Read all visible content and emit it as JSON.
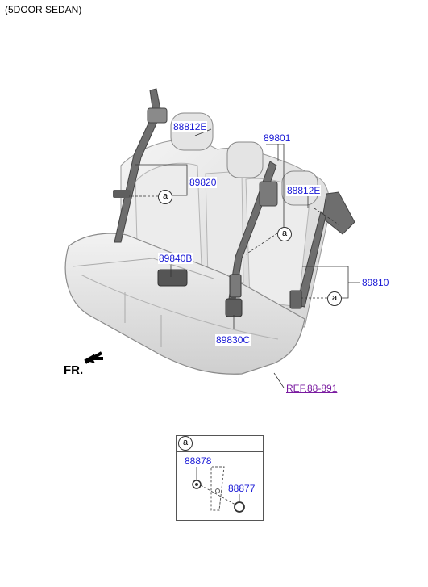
{
  "title": "(5DOOR SEDAN)",
  "direction_label": "FR.",
  "ref_link": "REF.88-891",
  "callout_letter": "a",
  "labels": {
    "p88812E_left": "88812E",
    "p89820": "89820",
    "p89801": "89801",
    "p88812E_right": "88812E",
    "p89840B": "89840B",
    "p89810": "89810",
    "p89830C": "89830C",
    "p88878": "88878",
    "p88877": "88877"
  },
  "colors": {
    "label_text": "#1a1ad6",
    "ref_text": "#7a1aa0",
    "seat_fill": "#e6e6e6",
    "belt_fill": "#6e6e6e"
  }
}
